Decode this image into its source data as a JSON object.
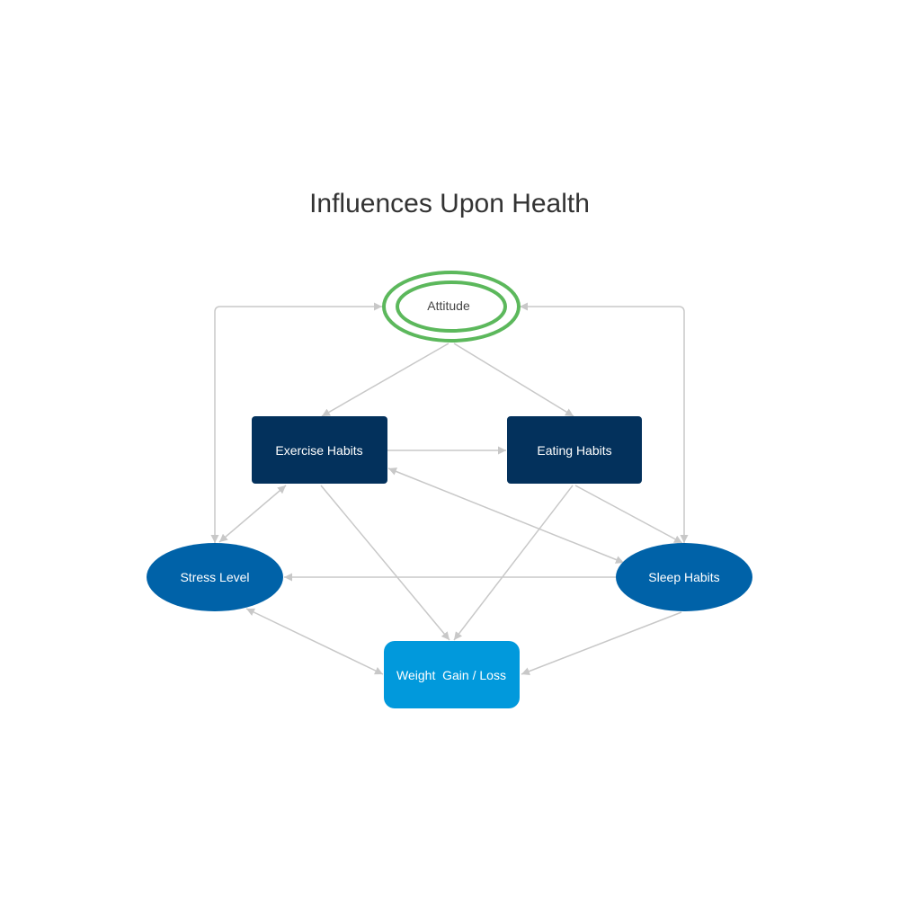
{
  "title": "Influences Upon Health",
  "colors": {
    "background": "#ffffff",
    "edge": "#c8c8c8",
    "attitude_ring": "#5cb85c",
    "dark_box": "#03315c",
    "ellipse": "#0062a8",
    "light_box": "#0199dc",
    "dark_text": "#444444",
    "light_text": "#ffffff"
  },
  "nodes": {
    "attitude": {
      "label": "Attitude",
      "shape": "double-ellipse"
    },
    "exercise": {
      "label": "Exercise Habits",
      "shape": "rounded-rectangle"
    },
    "eating": {
      "label": "Eating Habits",
      "shape": "rounded-rectangle"
    },
    "stress": {
      "label": "Stress Level",
      "shape": "ellipse"
    },
    "sleep": {
      "label": "Sleep Habits",
      "shape": "ellipse"
    },
    "weight": {
      "label": "Weight  Gain / Loss",
      "shape": "rounded-rectangle"
    }
  },
  "edges": [
    {
      "from": "attitude",
      "to": "exercise",
      "direction": "forward"
    },
    {
      "from": "attitude",
      "to": "eating",
      "direction": "forward"
    },
    {
      "from": "stress",
      "to": "attitude",
      "direction": "both"
    },
    {
      "from": "sleep",
      "to": "attitude",
      "direction": "both"
    },
    {
      "from": "exercise",
      "to": "eating",
      "direction": "forward"
    },
    {
      "from": "exercise",
      "to": "sleep",
      "direction": "both"
    },
    {
      "from": "exercise",
      "to": "stress",
      "direction": "both"
    },
    {
      "from": "exercise",
      "to": "weight",
      "direction": "forward"
    },
    {
      "from": "eating",
      "to": "weight",
      "direction": "forward"
    },
    {
      "from": "eating",
      "to": "sleep",
      "direction": "forward"
    },
    {
      "from": "sleep",
      "to": "stress",
      "direction": "forward"
    },
    {
      "from": "stress",
      "to": "weight",
      "direction": "both"
    },
    {
      "from": "sleep",
      "to": "weight",
      "direction": "forward"
    }
  ]
}
